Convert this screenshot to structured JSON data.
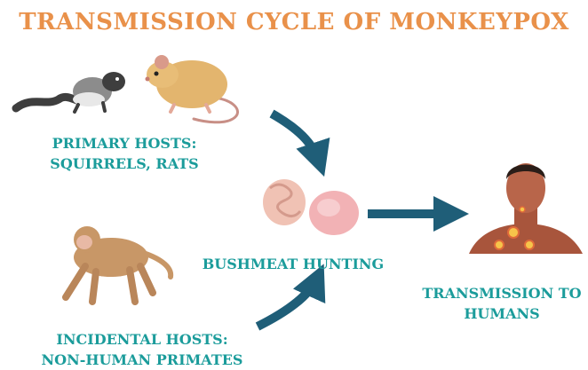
{
  "title": "TRANSMISSION CYCLE OF MONKEYPOX",
  "nodes": {
    "primary_hosts": {
      "line1": "PRIMARY HOSTS:",
      "line2": "SQUIRRELS, RATS"
    },
    "incidental_hosts": {
      "line1": "INCIDENTAL HOSTS:",
      "line2": "NON-HUMAN PRIMATES"
    },
    "bushmeat": {
      "label": "BUSHMEAT HUNTING"
    },
    "humans": {
      "line1": "TRANSMISSION TO",
      "line2": "HUMANS"
    }
  },
  "edges": [
    {
      "from": "primary_hosts",
      "to": "bushmeat"
    },
    {
      "from": "incidental_hosts",
      "to": "bushmeat"
    },
    {
      "from": "bushmeat",
      "to": "humans"
    }
  ],
  "colors": {
    "title": "#e9914a",
    "label": "#1b9c9b",
    "arrow": "#1f5e78"
  }
}
